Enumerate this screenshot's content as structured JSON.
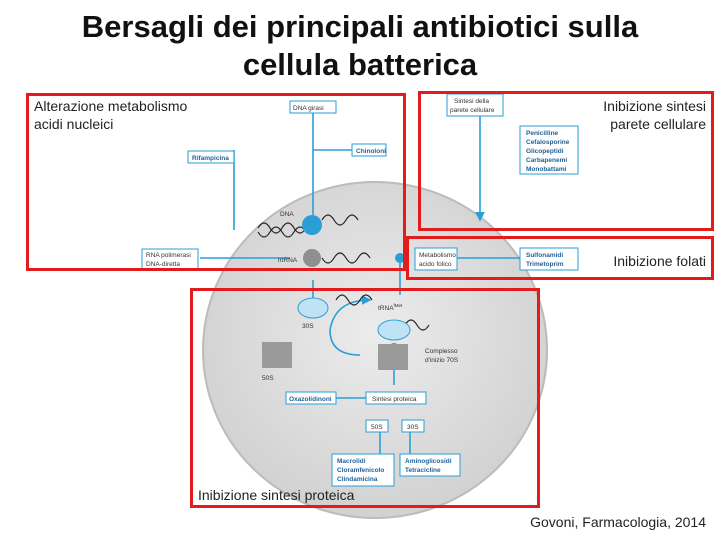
{
  "title": {
    "line1": "Bersagli dei principali antibiotici sulla",
    "line2": "cellula batterica"
  },
  "regions": {
    "nucleic_acids": {
      "line1": "Alterazione metabolismo",
      "line2": "acidi nucleici"
    },
    "cell_wall": {
      "line1": "Inibizione sintesi",
      "line2": "parete cellulare"
    },
    "folate": "Inibizione folati",
    "protein": "Inibizione sintesi proteica"
  },
  "diagram": {
    "dna_girasi": "DNA girasi",
    "sintesi_parete": {
      "line1": "Sintesi della",
      "line2": "parete cellulare"
    },
    "parete_drugs": [
      "Penicilline",
      "Cefalosporine",
      "Glicopeptidi",
      "Carbapenemi",
      "Monobattami"
    ],
    "rifampicina": "Rifampicina",
    "chinoloni": "Chinoloni",
    "dna": "DNA",
    "mrna": "mRNA",
    "rna_polimerasi": {
      "line1": "RNA polimerasi",
      "line2": "DNA-diretta"
    },
    "metabolismo_folico": {
      "line1": "Metabolismo",
      "line2": "acido folico"
    },
    "folate_drugs": [
      "Sulfonamidi",
      "Trimetoprim"
    ],
    "trna": "tRNA",
    "trna_sup": "fMet",
    "s30": "30S",
    "s50": "50S",
    "complesso": {
      "line1": "Complesso",
      "line2": "d'inizio 70S"
    },
    "oxazolidinoni": "Oxazolidinoni",
    "sintesi_proteica": "Sintesi proteica",
    "s50b": "50S",
    "s30b": "30S",
    "macrolide_drugs": [
      "Macrolidi",
      "Cloramfenicolo",
      "Clindamicina"
    ],
    "amino_drugs": [
      "Aminoglicosidi",
      "Tetracicline"
    ]
  },
  "credit": "Govoni, Farmacologia, 2014",
  "colors": {
    "red": "#e21c1c",
    "blue": "#2a9fd6",
    "cell": "#d9d9d9"
  }
}
